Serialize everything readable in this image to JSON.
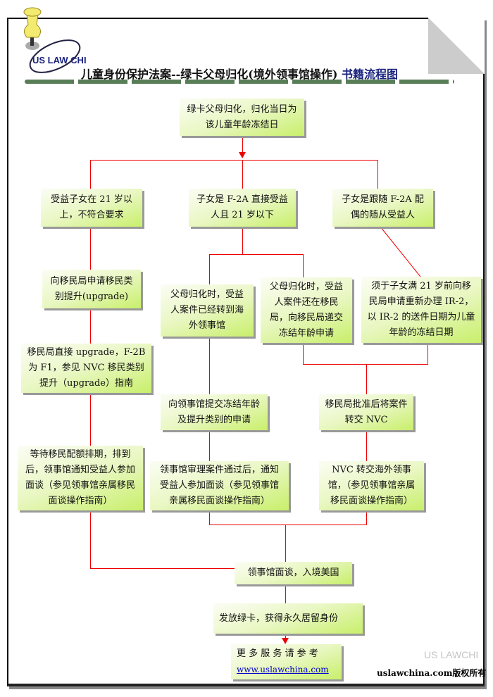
{
  "header": {
    "logo_text": "US LAW CHINA",
    "title": "儿童身份保护法案--绿卡父母归化(境外领事馆操作)",
    "subtitle": "书籍流程图"
  },
  "boxes": {
    "start": "绿卡父母归化，归化当日为该儿童年龄冻结日",
    "over21": "受益子女在 21 岁以上，不符合要求",
    "f2a_direct": "子女是 F-2A 直接受益人且 21 岁以下",
    "f2a_derivative": "子女是跟随 F-2A 配偶的随从受益人",
    "upgrade_apply": "向移民局申请移民类别提升(upgrade)",
    "upgrade_direct": "移民局直接 upgrade，F-2B 为 F1，参见 NVC 移民类别提升（upgrade）指南",
    "wait_visa": "等待移民配额排期，排到后，领事馆通知受益人参加面谈（参见领事馆亲属移民面谈操作指南）",
    "case_at_consulate": "父母归化时，受益人案件已经转到海外领事馆",
    "case_at_uscis": "父母归化时，受益人案件还在移民局，向移民局递交冻结年龄申请",
    "ir2_refile": "须于子女满 21 岁前向移民局申请重新办理 IR-2，以 IR-2 的送件日期为儿童年龄的冻结日期",
    "consulate_freeze": "向领事馆提交冻结年龄及提升类别的申请",
    "uscis_to_nvc": "移民局批准后将案件转交 NVC",
    "consulate_review": "领事馆审理案件通过后，通知受益人参加面谈（参见领事馆亲属移民面谈操作指南）",
    "nvc_transfer": "NVC 转交海外领事馆，（参见领事馆亲属移民面谈操作指南）",
    "interview": "领事馆面谈，入境美国",
    "green_card": "发放绿卡，获得永久居留身份"
  },
  "more": {
    "label": "更 多 服 务 请 参 考",
    "link": "www.uslawchina.com"
  },
  "footer": "uslawchina.com版权所有",
  "colors": {
    "line": "#ee0000",
    "box_end": "#c8ef6a"
  }
}
